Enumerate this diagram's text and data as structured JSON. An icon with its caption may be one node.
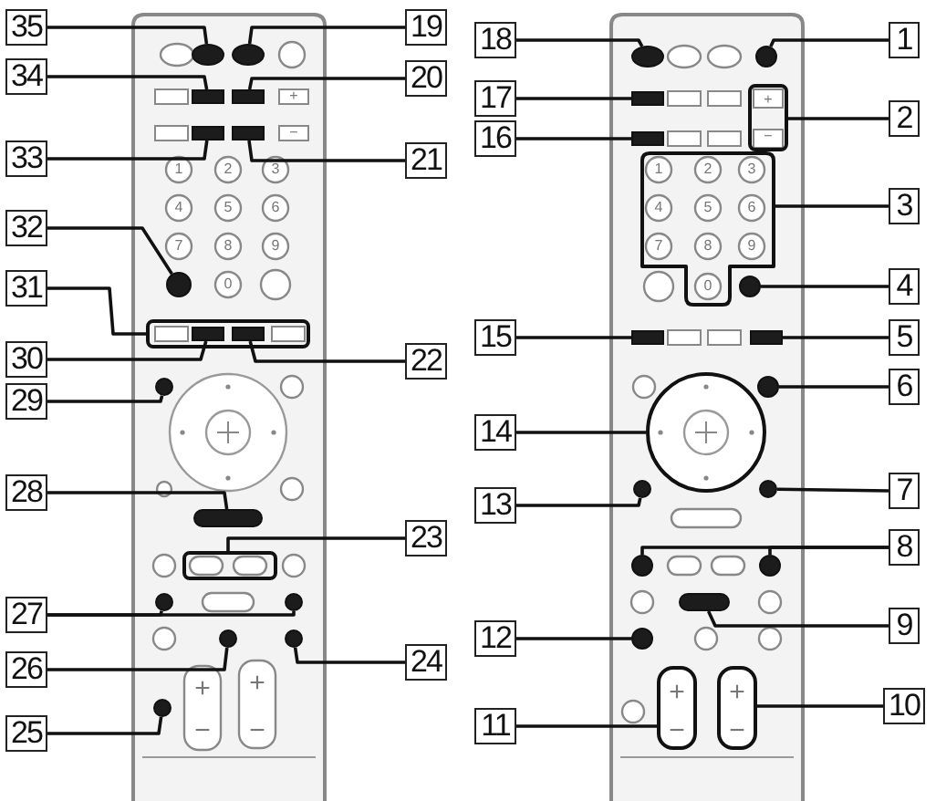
{
  "diagram": {
    "nodes": [
      {
        "text": [
          "1"
        ]
      },
      {
        "text": [
          "2"
        ]
      },
      {
        "text": [
          "3"
        ]
      },
      {
        "text": [
          "4"
        ]
      },
      {
        "text": [
          "5"
        ]
      },
      {
        "text": [
          "6"
        ]
      },
      {
        "text": [
          "7"
        ]
      },
      {
        "text": [
          "8"
        ]
      },
      {
        "text": [
          "9"
        ]
      },
      {
        "text": [
          "10"
        ]
      },
      {
        "text": [
          "11"
        ]
      },
      {
        "text": [
          "12"
        ]
      },
      {
        "text": [
          "13"
        ]
      },
      {
        "text": [
          "14"
        ]
      },
      {
        "text": [
          "15"
        ]
      },
      {
        "text": [
          "16"
        ]
      },
      {
        "text": [
          "17"
        ]
      },
      {
        "text": [
          "18"
        ]
      },
      {
        "text": [
          "19"
        ]
      },
      {
        "text": [
          "20"
        ]
      },
      {
        "text": [
          "21"
        ]
      },
      {
        "text": [
          "22"
        ]
      },
      {
        "text": [
          "23"
        ]
      },
      {
        "text": [
          "24"
        ]
      },
      {
        "text": [
          "25"
        ]
      },
      {
        "text": [
          "26"
        ]
      },
      {
        "text": [
          "27"
        ]
      },
      {
        "text": [
          "28"
        ]
      },
      {
        "text": [
          "29"
        ]
      },
      {
        "text": [
          "30"
        ]
      },
      {
        "text": [
          "31"
        ]
      },
      {
        "text": [
          "32"
        ]
      },
      {
        "text": [
          "33"
        ]
      },
      {
        "text": [
          "34"
        ]
      },
      {
        "text": [
          "35"
        ]
      },
      {
        "text": [],
        "shape": "ellipse"
      },
      {
        "text": [],
        "shape": "ellipse"
      },
      {
        "text": [],
        "shape": "ellipse"
      },
      {
        "text": [],
        "shape": "circle"
      },
      {
        "text": [],
        "shape": "box"
      },
      {
        "text": [],
        "shape": "box"
      },
      {
        "text": [],
        "shape": "box"
      },
      {
        "text": [
          "+",
          "−"
        ]
      },
      {
        "text": [],
        "shape": "box"
      },
      {
        "text": [],
        "shape": "box"
      },
      {
        "text": [],
        "shape": "box"
      },
      {
        "text": [
          "1",
          "2",
          "3",
          "4",
          "5",
          "6",
          "7",
          "8",
          "9",
          "0"
        ]
      },
      {
        "text": [],
        "shape": "circle"
      },
      {
        "text": [],
        "shape": "circle"
      },
      {
        "text": [],
        "shape": "box"
      },
      {
        "text": [],
        "shape": "box",
        "in": 49
      },
      {
        "text": [],
        "shape": "box",
        "in": 49
      },
      {
        "text": [],
        "shape": "box"
      },
      {
        "text": [],
        "shape": "box"
      },
      {
        "text": [],
        "shape": "circle"
      },
      {
        "text": [],
        "shape": "circle"
      },
      {
        "text": [],
        "shape": "circle"
      },
      {
        "text": [],
        "shape": "circle"
      },
      {
        "text": [],
        "shape": "circle"
      },
      {
        "text": [],
        "shape": "box"
      },
      {
        "text": [],
        "shape": "box"
      },
      {
        "text": [],
        "shape": "circle"
      },
      {
        "text": [],
        "shape": "circle"
      },
      {
        "text": [],
        "shape": "circle"
      },
      {
        "text": [],
        "shape": "circle"
      },
      {
        "text": [],
        "shape": "box"
      },
      {
        "text": [],
        "shape": "circle"
      },
      {
        "text": [],
        "shape": "circle"
      },
      {
        "text": [],
        "shape": "circle"
      },
      {
        "text": [],
        "shape": "circle"
      },
      {
        "text": [
          "+",
          "−"
        ]
      },
      {
        "text": [
          "+",
          "−"
        ]
      }
    ],
    "edges": [
      {
        "from": 0,
        "to": 38,
        "arrow": "none"
      },
      {
        "from": 1,
        "to": 42,
        "arrow": "none"
      },
      {
        "from": 2,
        "to": 46,
        "arrow": "none"
      },
      {
        "from": 3,
        "to": 48,
        "arrow": "none"
      },
      {
        "from": 4,
        "to": 53,
        "arrow": "none"
      },
      {
        "from": 5,
        "to": 55,
        "arrow": "none"
      },
      {
        "from": 6,
        "to": 58,
        "arrow": "none"
      },
      {
        "from": 7,
        "to": 62,
        "arrow": "none"
      },
      {
        "from": 7,
        "to": 61,
        "arrow": "none"
      },
      {
        "from": 8,
        "to": 65,
        "arrow": "none"
      },
      {
        "from": 9,
        "to": 71,
        "arrow": "none"
      },
      {
        "from": 10,
        "to": 70,
        "arrow": "none"
      },
      {
        "from": 11,
        "to": 68,
        "arrow": "none"
      },
      {
        "from": 12,
        "to": 57,
        "arrow": "none"
      },
      {
        "from": 13,
        "to": 56,
        "arrow": "none"
      },
      {
        "from": 14,
        "to": 52,
        "arrow": "none"
      },
      {
        "from": 15,
        "to": 45,
        "arrow": "none"
      },
      {
        "from": 16,
        "to": 41,
        "arrow": "none"
      },
      {
        "from": 17,
        "to": 37,
        "arrow": "none"
      },
      {
        "from": 18,
        "to": 36,
        "arrow": "none"
      },
      {
        "from": 19,
        "to": 40,
        "arrow": "none"
      },
      {
        "from": 20,
        "to": 44,
        "arrow": "none"
      },
      {
        "from": 21,
        "to": 51,
        "arrow": "none"
      },
      {
        "from": 22,
        "to": 60,
        "arrow": "none"
      },
      {
        "from": 23,
        "to": 67,
        "arrow": "none"
      },
      {
        "from": 24,
        "to": 69,
        "arrow": "none"
      },
      {
        "from": 25,
        "to": 66,
        "arrow": "none"
      },
      {
        "from": 26,
        "to": 63,
        "arrow": "none"
      },
      {
        "from": 26,
        "to": 64,
        "arrow": "none"
      },
      {
        "from": 27,
        "to": 59,
        "arrow": "none"
      },
      {
        "from": 28,
        "to": 54,
        "arrow": "none"
      },
      {
        "from": 29,
        "to": 50,
        "arrow": "none"
      },
      {
        "from": 30,
        "to": 49,
        "arrow": "none"
      },
      {
        "from": 31,
        "to": 47,
        "arrow": "none"
      },
      {
        "from": 32,
        "to": 43,
        "arrow": "none"
      },
      {
        "from": 33,
        "to": 39,
        "arrow": "none"
      },
      {
        "from": 34,
        "to": 35,
        "arrow": "none"
      }
    ],
    "labels": [
      "+",
      "−",
      "1",
      "2",
      "3",
      "4",
      "5",
      "6",
      "7",
      "8",
      "9",
      "0",
      "+",
      "−",
      "+",
      "−"
    ]
  }
}
